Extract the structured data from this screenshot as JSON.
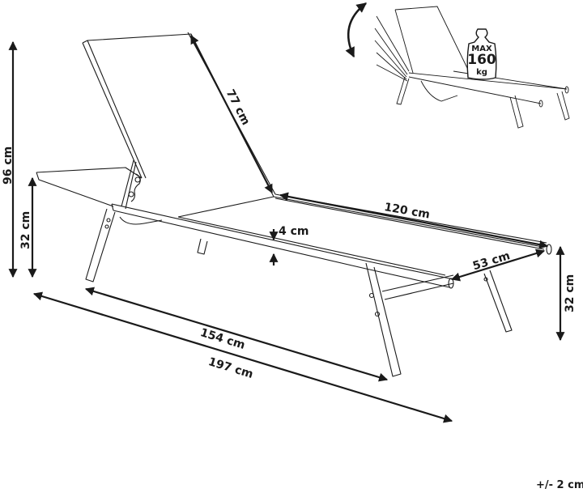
{
  "diagram": {
    "subject": "sun lounger",
    "dimensions": {
      "total_height": "96 cm",
      "seat_height_left": "32 cm",
      "backrest_length": "77 cm",
      "seat_length": "120 cm",
      "frame_thickness": "4 cm",
      "width": "53 cm",
      "seat_height_right": "32 cm",
      "inner_length": "154 cm",
      "total_length": "197 cm"
    },
    "weight_badge": {
      "top": "MAX",
      "value": "160",
      "unit": "kg"
    },
    "tolerance": "+/- 2 cm",
    "colors": {
      "line": "#1a1a1a",
      "background": "#ffffff"
    }
  }
}
